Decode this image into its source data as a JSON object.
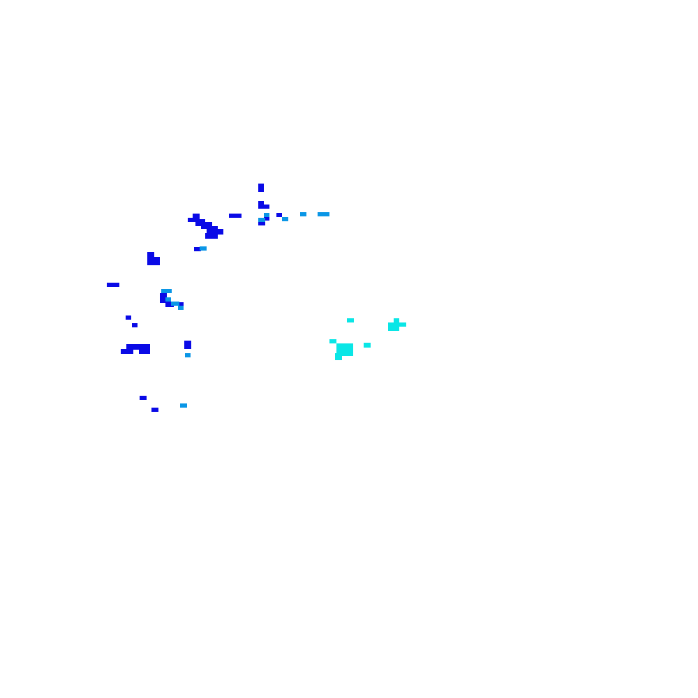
{
  "canvas": {
    "background": "#ffffff"
  },
  "palette": {
    "blue": "#0a0ae6",
    "azure": "#0a96e6",
    "cyan": "#0ae6e6"
  },
  "blob_groups": [
    {
      "name": "upper-left-blue-cluster",
      "color_key": "blue"
    },
    {
      "name": "upper-azure-dots",
      "color_key": "azure"
    },
    {
      "name": "right-cyan-cluster",
      "color_key": "cyan"
    }
  ]
}
